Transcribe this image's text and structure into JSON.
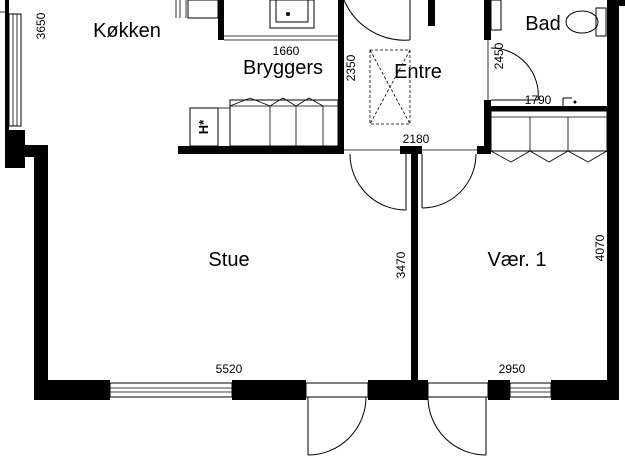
{
  "rooms": {
    "kitchen": "Køkken",
    "utility": "Bryggers",
    "entrance": "Entre",
    "bathroom": "Bad",
    "living": "Stue",
    "bedroom": "Vær. 1"
  },
  "dimensions": {
    "kitchen_height": "3650",
    "utility_width": "1660",
    "utility_depth": "2350",
    "bath_height": "2450",
    "bath_width": "1790",
    "entrance_width": "2180",
    "living_depth": "3470",
    "bedroom_depth": "4070",
    "living_width": "5520",
    "bedroom_width": "2950"
  },
  "symbols": {
    "heat_unit": "H*"
  }
}
